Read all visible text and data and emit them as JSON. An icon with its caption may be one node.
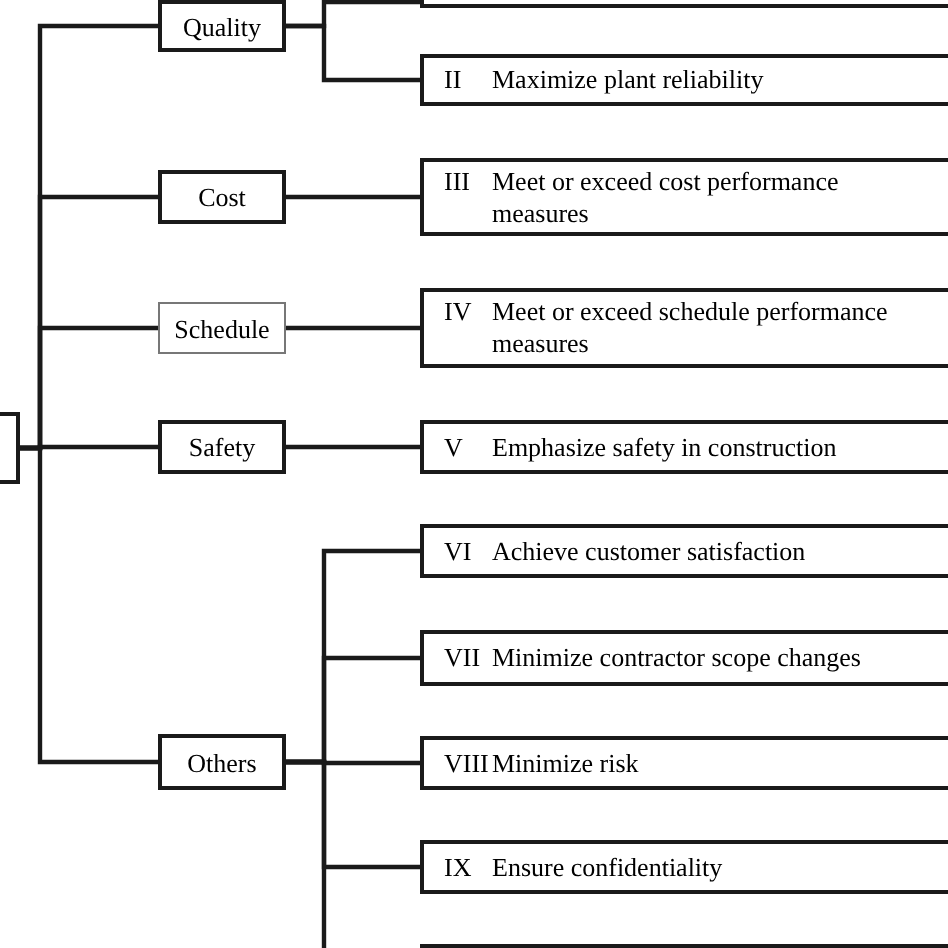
{
  "diagram": {
    "nodes": [
      {
        "text": [],
        "shape": "box"
      },
      {
        "text": [
          "Quality"
        ]
      },
      {
        "text": [
          "Cost"
        ]
      },
      {
        "text": [
          "Schedule"
        ]
      },
      {
        "text": [
          "Safety"
        ]
      },
      {
        "text": [
          "Others"
        ]
      },
      {
        "text": [],
        "shape": "box"
      },
      {
        "text": [
          "II",
          "Maximize plant reliability"
        ]
      },
      {
        "text": [
          "III",
          "Meet or exceed cost performance measures"
        ]
      },
      {
        "text": [
          "IV",
          "Meet or exceed schedule performance measures"
        ]
      },
      {
        "text": [
          "V",
          "Emphasize safety in construction"
        ]
      },
      {
        "text": [
          "VI",
          "Achieve customer satisfaction"
        ]
      },
      {
        "text": [
          "VII",
          "Minimize contractor scope changes"
        ]
      },
      {
        "text": [
          "VIII",
          "Minimize risk"
        ]
      },
      {
        "text": [
          "IX",
          "Ensure confidentiality"
        ]
      },
      {
        "text": [],
        "shape": "box"
      }
    ],
    "edges": [
      {
        "from": 0,
        "to": 1,
        "arrow": "none"
      },
      {
        "from": 0,
        "to": 2,
        "arrow": "none"
      },
      {
        "from": 0,
        "to": 3,
        "arrow": "none"
      },
      {
        "from": 0,
        "to": 4,
        "arrow": "none"
      },
      {
        "from": 0,
        "to": 5,
        "arrow": "none"
      },
      {
        "from": 1,
        "to": 6,
        "arrow": "none"
      },
      {
        "from": 1,
        "to": 7,
        "arrow": "none"
      },
      {
        "from": 2,
        "to": 8,
        "arrow": "none"
      },
      {
        "from": 3,
        "to": 9,
        "arrow": "none"
      },
      {
        "from": 4,
        "to": 10,
        "arrow": "none"
      },
      {
        "from": 5,
        "to": 11,
        "arrow": "none"
      },
      {
        "from": 5,
        "to": 12,
        "arrow": "none"
      },
      {
        "from": 5,
        "to": 13,
        "arrow": "none"
      },
      {
        "from": 5,
        "to": 14,
        "arrow": "none"
      },
      {
        "from": 5,
        "to": 15,
        "arrow": "none"
      }
    ]
  }
}
